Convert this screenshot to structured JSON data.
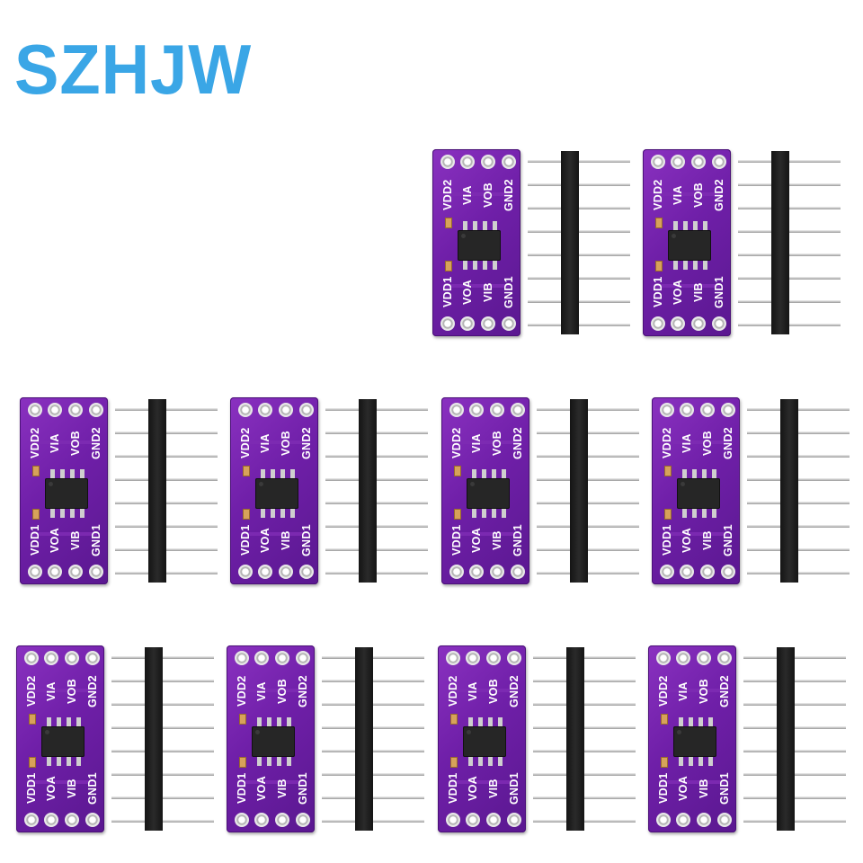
{
  "brand": {
    "logo": "SZHJW",
    "color": "#3aa6e6"
  },
  "board": {
    "top_labels": [
      "VDD2",
      "VIA",
      "VOB",
      "GND2"
    ],
    "bottom_labels": [
      "VDD1",
      "VOA",
      "VIB",
      "GND1"
    ],
    "pcb_color": "#6f1fa8"
  },
  "product_count": 10,
  "header_pins_per_strip": 8
}
